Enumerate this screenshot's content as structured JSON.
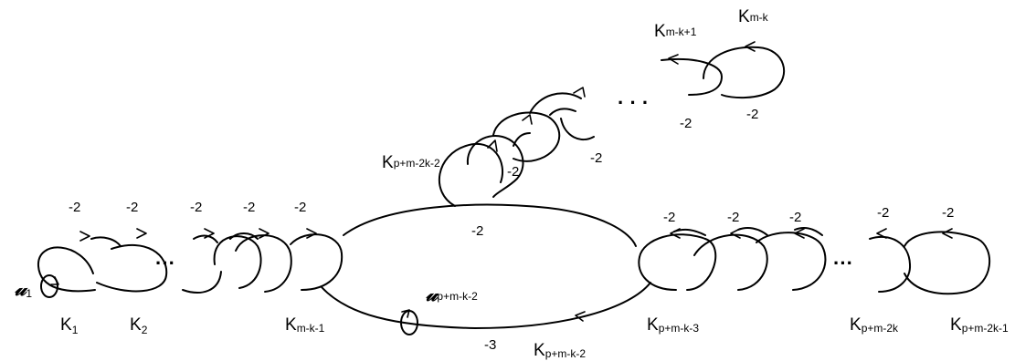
{
  "framings": {
    "f1": "-2",
    "f2": "-2",
    "f3": "-2",
    "f4": "-2",
    "f5": "-2",
    "center_top": "-2",
    "center_bottom": "-3",
    "r1": "-2",
    "r2": "-2",
    "r3": "-2",
    "r4": "-2",
    "r5": "-2",
    "d1": "-2",
    "d2": "-2",
    "d3": "-2",
    "d4": "-2"
  },
  "dots": {
    "left": "···",
    "right": "···",
    "upper": "· · ·"
  },
  "labels": {
    "K1": {
      "main": "K",
      "sub": "1"
    },
    "K2": {
      "main": "K",
      "sub": "2"
    },
    "Km_k_1": {
      "main": "K",
      "sub": "m-k-1"
    },
    "Kp_m_k_2": {
      "main": "K",
      "sub": "p+m-k-2"
    },
    "Kp_m_k_3": {
      "main": "K",
      "sub": "p+m-k-3"
    },
    "Kp_m_2k": {
      "main": "K",
      "sub": "p+m-2k"
    },
    "Kp_m_2k_1": {
      "main": "K",
      "sub": "p+m-2k-1"
    },
    "Kp_m_2k_2": {
      "main": "K",
      "sub": "p+m-2k-2"
    },
    "Km_k1": {
      "main": "K",
      "sub": "m-k+1"
    },
    "Km_k": {
      "main": "K",
      "sub": "m-k"
    }
  },
  "meridians": {
    "mu1": {
      "main": "𝓊",
      "sub": "1"
    },
    "mu2": {
      "main": "𝓊",
      "sub": "p+m-k-2"
    }
  }
}
